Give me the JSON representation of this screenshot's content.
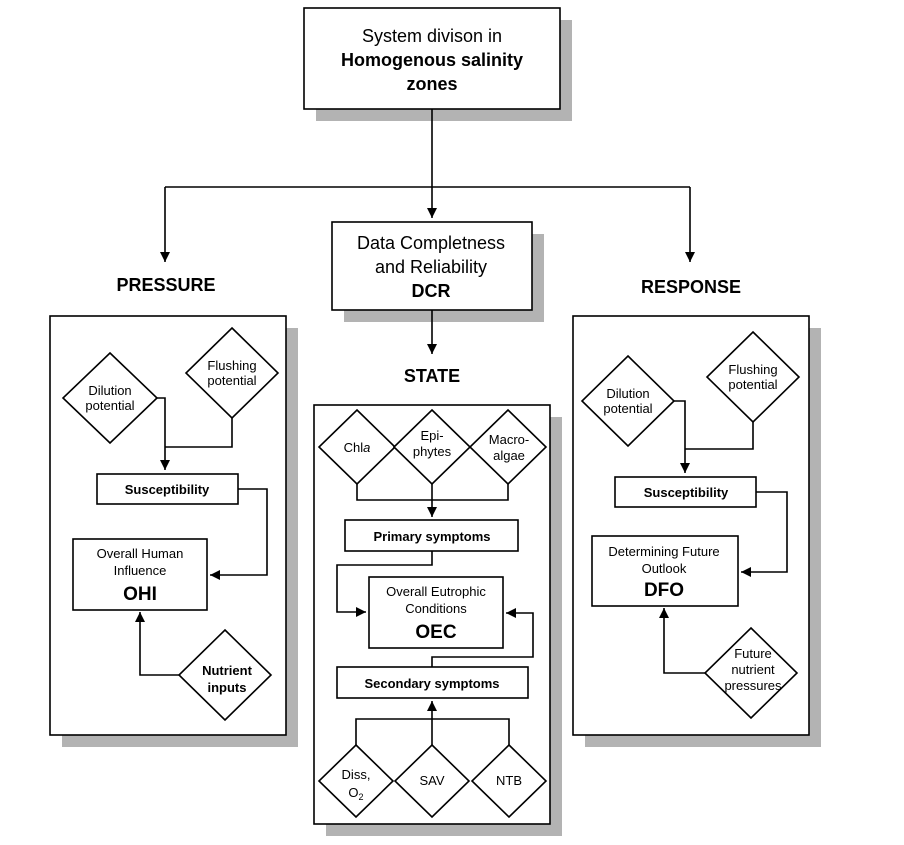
{
  "top_box": {
    "line1": "System divison in",
    "line2": "Homogenous salinity",
    "line3": "zones"
  },
  "headers": {
    "pressure": "PRESSURE",
    "state": "STATE",
    "response": "RESPONSE"
  },
  "dcr": {
    "line1": "Data Completness",
    "line2": "and Reliability",
    "abbr": "DCR"
  },
  "pressure": {
    "dilution": {
      "line1": "Dilution",
      "line2": "potential"
    },
    "flushing": {
      "line1": "Flushing",
      "line2": "potential"
    },
    "susceptibility": "Susceptibility",
    "ohi": {
      "line1": "Overall Human",
      "line2": "Influence",
      "abbr": "OHI"
    },
    "nutrient": {
      "line1": "Nutrient",
      "line2": "inputs"
    }
  },
  "state": {
    "chla": {
      "main": "Chl",
      "italic": "a"
    },
    "epiphytes": {
      "line1": "Epi-",
      "line2": "phytes"
    },
    "macroalgae": {
      "line1": "Macro-",
      "line2": "algae"
    },
    "primary": "Primary symptoms",
    "oec": {
      "line1": "Overall Eutrophic",
      "line2": "Conditions",
      "abbr": "OEC"
    },
    "secondary": "Secondary symptoms",
    "diss": {
      "line1": "Diss,",
      "line2": "O",
      "sub": "2"
    },
    "sav": "SAV",
    "ntb": "NTB"
  },
  "response": {
    "dilution": {
      "line1": "Dilution",
      "line2": "potential"
    },
    "flushing": {
      "line1": "Flushing",
      "line2": "potential"
    },
    "susceptibility": "Susceptibility",
    "dfo": {
      "line1": "Determining Future",
      "line2": "Outlook",
      "abbr": "DFO"
    },
    "future": {
      "line1": "Future",
      "line2": "nutrient",
      "line3": "pressures"
    }
  }
}
